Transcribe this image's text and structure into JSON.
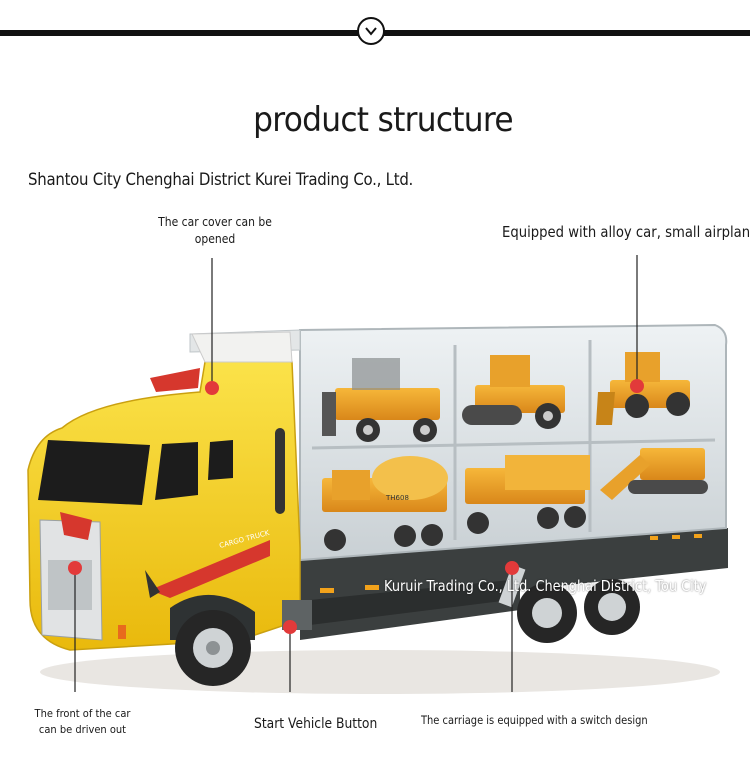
{
  "header": {
    "badge_icon": "chevron-down-icon",
    "title": "product structure"
  },
  "company": "Shantou City Chenghai District Kurei Trading Co., Ltd.",
  "callouts": {
    "cover": "The car cover can be opened",
    "equipped": "Equipped with alloy car, small airplane",
    "front": "The front of the car can be driven out",
    "start_button": "Start Vehicle Button",
    "carriage": "The carriage is equipped with a switch design"
  },
  "watermark": "Kuruir Trading Co., Ltd. Chenghai District, Tou City",
  "truck": {
    "cab_label": "CARGO TRUCK",
    "mixer_label": "TH608",
    "cab_color": "#f7d21e",
    "accent": "#d6372d",
    "trailer_color": "#3b3f3f"
  }
}
